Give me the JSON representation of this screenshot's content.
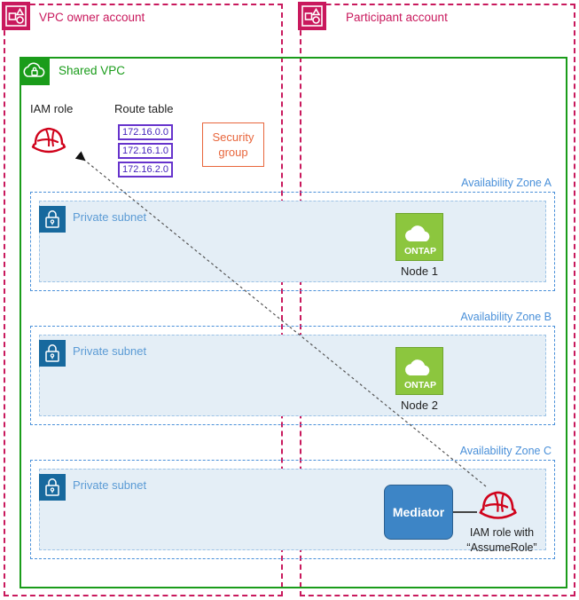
{
  "accounts": [
    {
      "id": "owner",
      "label": "VPC owner account",
      "icon": "aws-account-icon",
      "color": "#c9195d"
    },
    {
      "id": "participant",
      "label": "Participant account",
      "icon": "aws-account-icon",
      "color": "#c9195d"
    }
  ],
  "vpc": {
    "label": "Shared VPC",
    "icon": "vpc-cloud-lock-icon",
    "color": "#1a9c1a"
  },
  "iam_role": {
    "label": "IAM role",
    "icon": "iam-role-hardhat-icon",
    "color": "#d0021b"
  },
  "route_table": {
    "label": "Route table",
    "color": "#6633cc",
    "entries": [
      "172.16.0.0",
      "172.16.1.0",
      "172.16.2.0"
    ]
  },
  "security_group": {
    "line1": "Security",
    "line2": "group",
    "color": "#e8663c"
  },
  "availability_zones": [
    {
      "id": "a",
      "label": "Availability Zone A",
      "subnet": {
        "label": "Private subnet",
        "icon": "lock-icon"
      },
      "resource": {
        "type": "ontap",
        "badge": "ONTAP",
        "caption": "Node 1",
        "icon": "ontap-cloud-icon"
      }
    },
    {
      "id": "b",
      "label": "Availability Zone B",
      "subnet": {
        "label": "Private subnet",
        "icon": "lock-icon"
      },
      "resource": {
        "type": "ontap",
        "badge": "ONTAP",
        "caption": "Node 2",
        "icon": "ontap-cloud-icon"
      }
    },
    {
      "id": "c",
      "label": "Availability Zone C",
      "subnet": {
        "label": "Private subnet",
        "icon": "lock-icon"
      },
      "resource": {
        "type": "mediator",
        "label": "Mediator",
        "iam_icon": "iam-role-hardhat-icon",
        "caption_line1": "IAM role with",
        "caption_line2": "“AssumeRole”"
      }
    }
  ],
  "colors": {
    "account_magenta": "#c9195d",
    "vpc_green": "#1a9c1a",
    "subnet_fill": "#e4eef6",
    "subnet_border": "#9dc3e6",
    "az_border": "#4a90d9",
    "az_label": "#4a90d9",
    "subnet_icon": "#17699e",
    "ontap_green": "#8cc63e",
    "mediator_blue": "#3d85c6",
    "route_purple": "#6633cc",
    "sg_orange": "#e8663c",
    "iam_red": "#d0021b"
  }
}
